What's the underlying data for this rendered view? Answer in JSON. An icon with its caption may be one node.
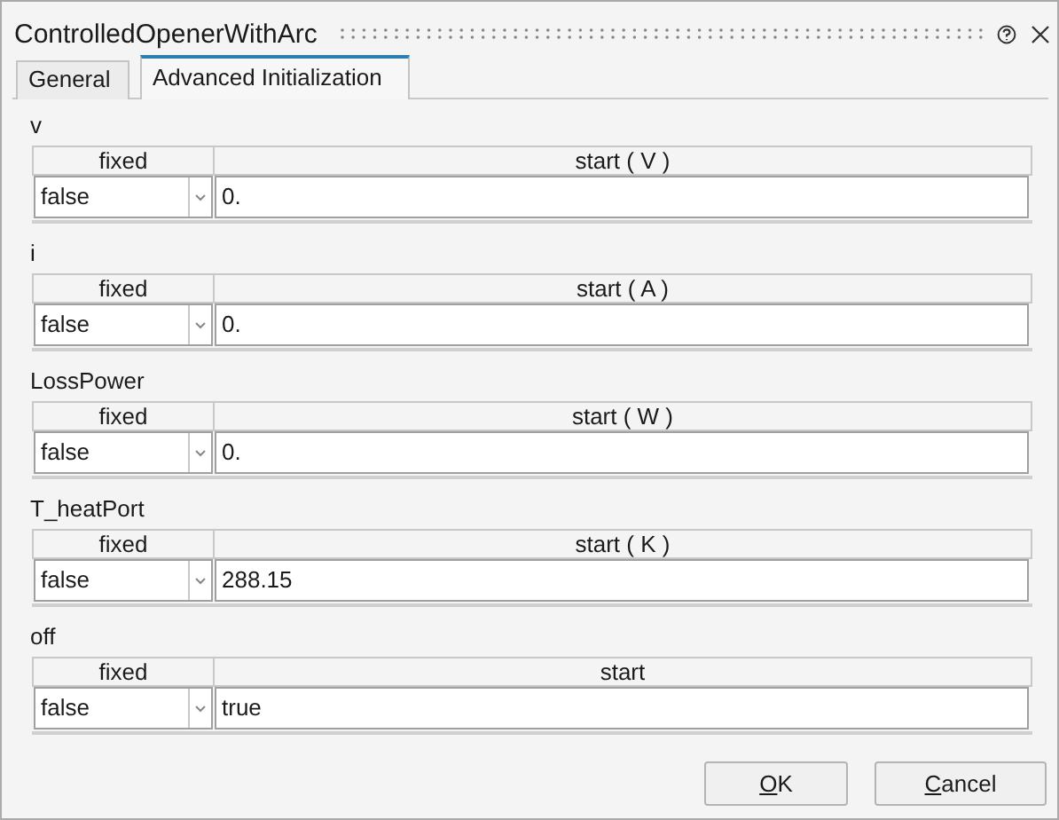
{
  "diagram": {
    "title": "ControlledOpenerWithArc",
    "labels": [
      "General",
      "Advanced Initialization",
      "v",
      "fixed",
      "start ( V )",
      "false",
      "0.",
      "i",
      "fixed",
      "start ( A )",
      "false",
      "0.",
      "LossPower",
      "fixed",
      "start ( W )",
      "false",
      "0.",
      "T_heatPort",
      "fixed",
      "start ( K )",
      "false",
      "288.15",
      "off",
      "fixed",
      "start",
      "false",
      "true",
      "OK",
      "Cancel"
    ]
  }
}
